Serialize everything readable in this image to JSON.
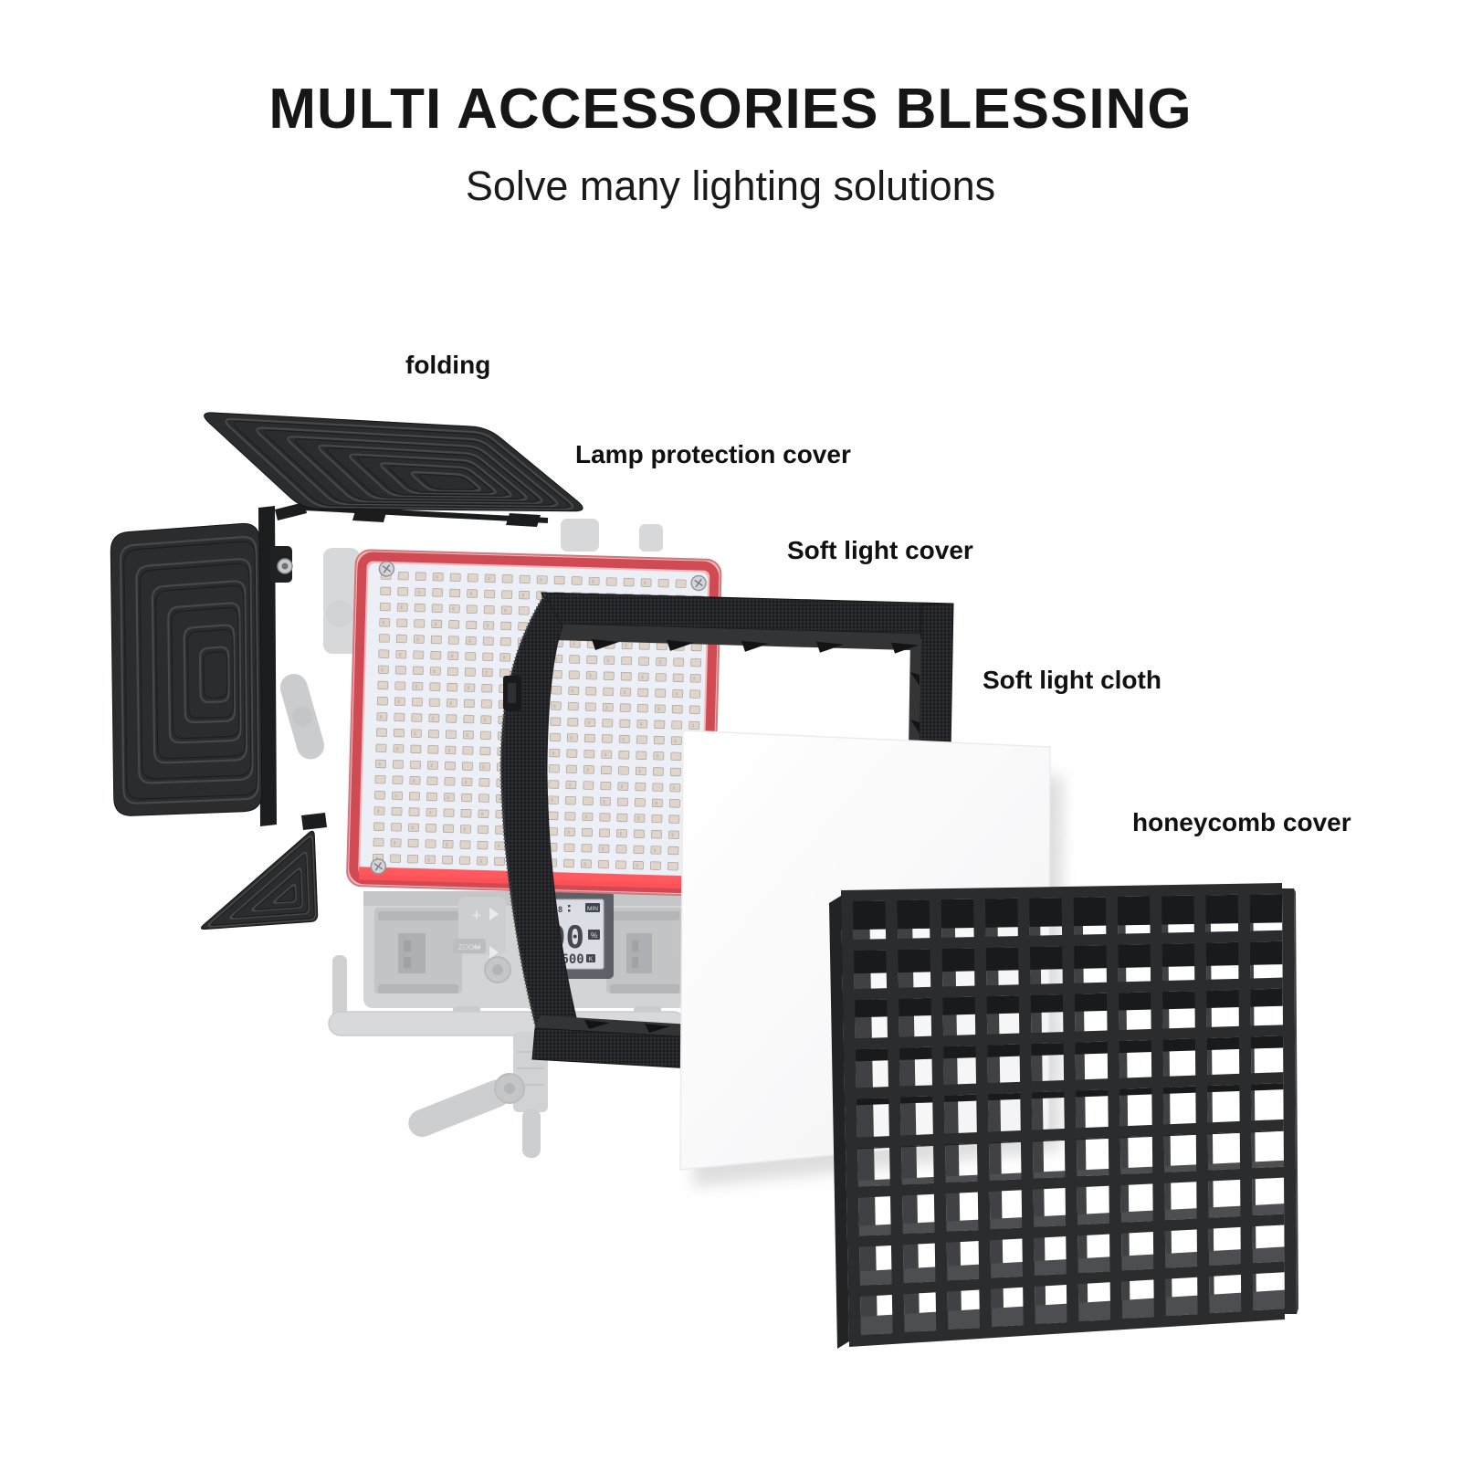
{
  "header": {
    "title": "MULTI ACCESSORIES BLESSING",
    "subtitle": "Solve many lighting solutions"
  },
  "callouts": [
    {
      "id": "folding",
      "label": "folding"
    },
    {
      "id": "lamp-protection-cover",
      "label": "Lamp protection cover"
    },
    {
      "id": "soft-light-cover",
      "label": "Soft light cover"
    },
    {
      "id": "soft-light-cloth",
      "label": "Soft light cloth"
    },
    {
      "id": "honeycomb-cover",
      "label": "honeycomb cover"
    }
  ],
  "device_display": {
    "top_segments": "888",
    "mode_badge": "MIN",
    "main_value": "00",
    "main_unit": "%",
    "cct_value": "5600",
    "cct_unit": "K"
  },
  "device_controls": {
    "zoom_label": "ZOOM",
    "plus": "+",
    "minus": "−"
  },
  "colors": {
    "accent_red": "#cf4a52",
    "panel_face": "#edeff6",
    "flap_dark": "#2b2c2e",
    "fabric_dark": "#232426",
    "ghost_gray": "#a7a9ad"
  }
}
